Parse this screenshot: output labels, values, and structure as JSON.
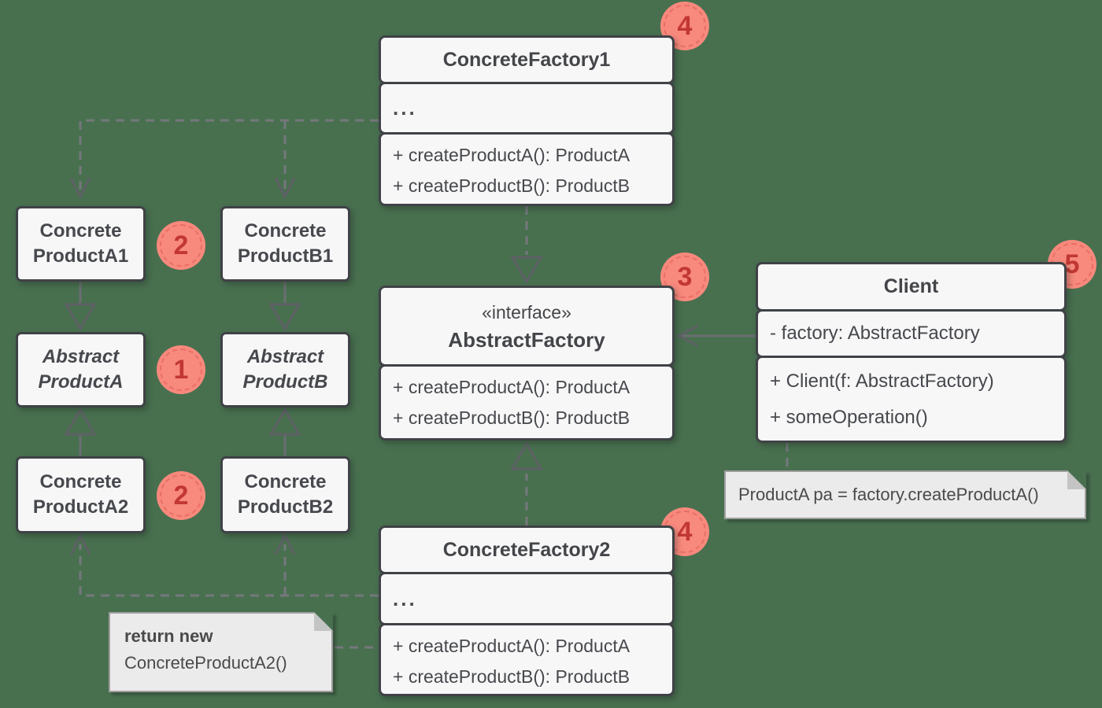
{
  "colors": {
    "background": "#48704F",
    "box_fill": "#F7F7F7",
    "box_border": "#3F4246",
    "text": "#46484D",
    "badge_fill": "#F8897D",
    "badge_number": "#C23733",
    "note_fill": "#EBEBEB",
    "note_border": "#9E9E9E",
    "connector_line": "#6B6E72"
  },
  "classes": {
    "factory1": {
      "title": "ConcreteFactory1",
      "fields": "...",
      "methods": [
        "+ createProductA(): ProductA",
        "+ createProductB(): ProductB"
      ]
    },
    "abstract_factory": {
      "stereotype": "«interface»",
      "title": "AbstractFactory",
      "methods": [
        "+ createProductA(): ProductA",
        "+ createProductB(): ProductB"
      ]
    },
    "client": {
      "title": "Client",
      "fields": "- factory: AbstractFactory",
      "methods": [
        "+ Client(f: AbstractFactory)",
        "+ someOperation()"
      ]
    },
    "factory2": {
      "title": "ConcreteFactory2",
      "fields": "...",
      "methods": [
        "+ createProductA(): ProductA",
        "+ createProductB(): ProductB"
      ]
    },
    "concrete_product_a1": {
      "line1": "Concrete",
      "line2": "ProductA1"
    },
    "concrete_product_b1": {
      "line1": "Concrete",
      "line2": "ProductB1"
    },
    "abstract_product_a": {
      "line1": "Abstract",
      "line2": "ProductA"
    },
    "abstract_product_b": {
      "line1": "Abstract",
      "line2": "ProductB"
    },
    "concrete_product_a2": {
      "line1": "Concrete",
      "line2": "ProductA2"
    },
    "concrete_product_b2": {
      "line1": "Concrete",
      "line2": "ProductB2"
    }
  },
  "notes": {
    "client_note": "ProductA pa = factory.createProductA()",
    "factory2_note": {
      "bold": "return new",
      "text": "ConcreteProductA2()"
    }
  },
  "badges": {
    "factory1": "4",
    "products1": "2",
    "abstract_products": "1",
    "products2": "2",
    "abstract_factory": "3",
    "client": "5",
    "factory2": "4"
  }
}
